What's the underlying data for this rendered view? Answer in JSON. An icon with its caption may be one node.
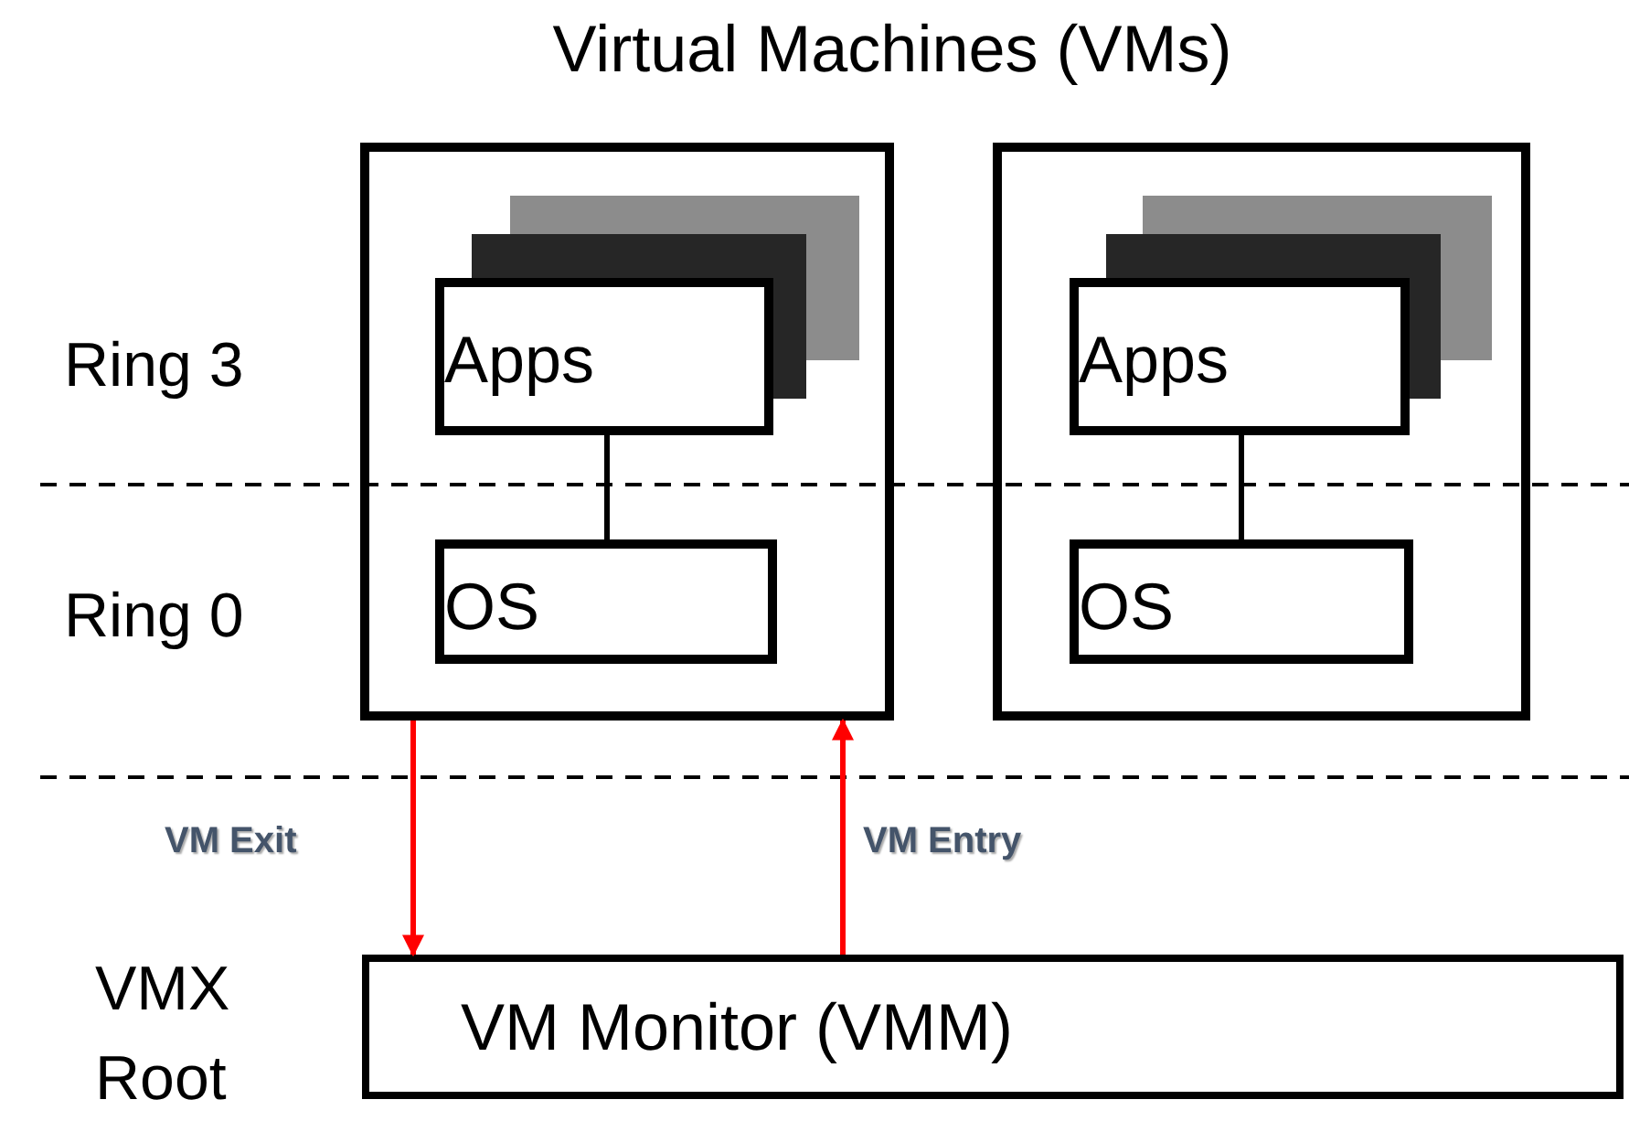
{
  "diagram": {
    "title": "Virtual Machines (VMs)",
    "nodes": [
      {
        "text": [],
        "shape": "box"
      },
      {
        "text": [
          "Apps"
        ],
        "in": 0
      },
      {
        "text": [
          "OS"
        ],
        "in": 0
      },
      {
        "text": [],
        "shape": "box"
      },
      {
        "text": [
          "Apps"
        ],
        "in": 3
      },
      {
        "text": [
          "OS"
        ],
        "in": 3
      },
      {
        "text": [
          "VM Monitor (VMM)"
        ]
      }
    ],
    "edges": [
      {
        "from": 1,
        "to": 2,
        "arrow": "none"
      },
      {
        "from": 4,
        "to": 5,
        "arrow": "none"
      },
      {
        "from": 0,
        "to": 6,
        "arrow": "to",
        "label": "VM Exit",
        "color": "#ff0000"
      },
      {
        "from": 6,
        "to": 0,
        "arrow": "to",
        "label": "VM Entry",
        "color": "#ff0000"
      }
    ],
    "labels": [
      "Ring 3",
      "Ring 0",
      "VMX Root"
    ]
  }
}
